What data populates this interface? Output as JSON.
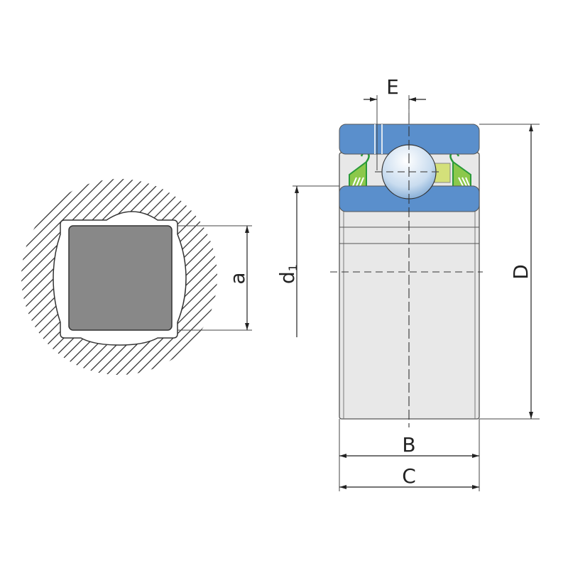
{
  "labels": {
    "a": "a",
    "d1_main": "d",
    "d1_sub": "1",
    "D": "D",
    "E": "E",
    "B": "B",
    "C": "C"
  },
  "colors": {
    "ring": "#5a8fcc",
    "seal_green": "#8cc84b",
    "seal_outline": "#2a9a3a",
    "cage": "#d4e07a",
    "sleeve": "#e8e8e8",
    "shaft": "#888888"
  }
}
